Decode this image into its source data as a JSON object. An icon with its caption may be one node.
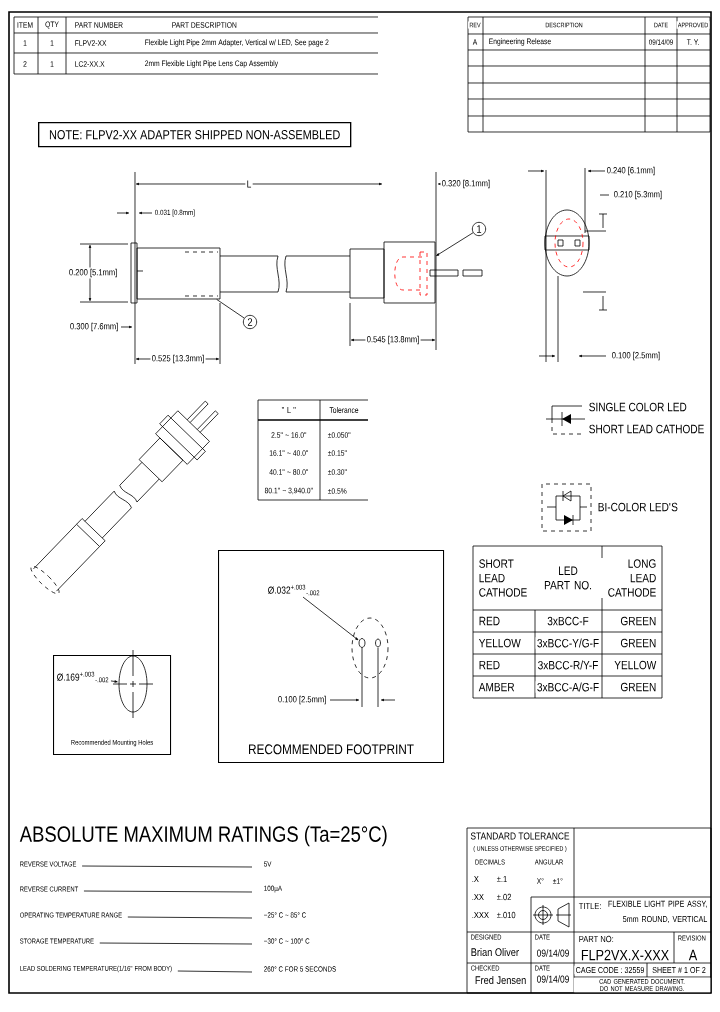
{
  "diagram": {
    "nodes": [
      {
        "text": [
          "NOTE: FLPV2-XX ADAPTER SHIPPED NON-ASSEMBLED"
        ]
      },
      {
        "text": [
          "1"
        ]
      },
      {
        "text": [],
        "shape": "box"
      },
      {
        "text": [
          "2"
        ]
      },
      {
        "text": [],
        "shape": "box"
      },
      {
        "text": [
          "Recommended Mounting Holes"
        ]
      },
      {
        "text": [
          "Ø.169$^{+.003}$$_{-.002}$"
        ],
        "in": 5
      },
      {
        "text": [],
        "shape": "circle",
        "in": 5
      },
      {
        "text": [
          "RECOMMENDED FOOTPRINT"
        ]
      },
      {
        "text": [
          "Ø.032$^{+.003}$$_{-.002}$"
        ],
        "in": 8
      },
      {
        "text": [],
        "shape": "circle",
        "in": 8
      }
    ],
    "edges": [
      {
        "from": 1,
        "to": 4,
        "arrow": "to"
      },
      {
        "from": 3,
        "to": 2,
        "arrow": "none"
      },
      {
        "from": 6,
        "to": 7,
        "arrow": "to"
      },
      {
        "from": 9,
        "to": 10,
        "arrow": "to"
      }
    ],
    "labels": [
      "ITEM",
      "QTY",
      "PART NUMBER",
      "PART DESCRIPTION",
      "1",
      "1",
      "FLPV2-XX",
      "Flexible Light Pipe 2mm Adapter, Vertical w/ LED, See page 2",
      "2",
      "1",
      "LC2-XX.X",
      "2mm Flexible Light Pipe Lens Cap Assembly",
      "REV",
      "DESCRIPTION",
      "DATE",
      "APPROVED",
      "A",
      "Engineering Release",
      "09/14/09",
      "T. Y.",
      "L",
      "0.320 [8.1mm]",
      "0.031 [0.8mm]",
      "0.200 [5.1mm]",
      "0.300 [7.6mm]",
      "0.525 [13.3mm]",
      "0.545 [13.8mm]",
      "0.240 [6.1mm]",
      "0.210 [5.3mm]",
      "0.100 [2.5mm]",
      "\" L \"",
      "Tolerance",
      "2.5\" ~ 16.0\"",
      "±0.050\"",
      "16.1\" ~ 40.0\"",
      "±0.15\"",
      "40.1\" ~ 80.0\"",
      "±0.30\"",
      "80.1\" ~ 3,940.0\"",
      "±0.5%",
      "SINGLE COLOR LED",
      "SHORT LEAD CATHODE",
      "BI-COLOR LED'S",
      "SHORT LEAD CATHODE",
      "LED PART NO.",
      "LONG LEAD CATHODE",
      "RED",
      "3xBCC-F",
      "GREEN",
      "YELLOW",
      "3xBCC-Y/G-F",
      "GREEN",
      "RED",
      "3xBCC-R/Y-F",
      "YELLOW",
      "AMBER",
      "3xBCC-A/G-F",
      "GREEN",
      "0.100 [2.5mm]",
      "ABSOLUTE MAXIMUM RATINGS (Ta=25°C)",
      "REVERSE VOLTAGE",
      "5V",
      "REVERSE CURRENT",
      "100µA",
      "OPERATING TEMPERATURE RANGE",
      "−25° C ~ 85° C",
      "STORAGE TEMPERATURE",
      "−30° C ~ 100° C",
      "LEAD SOLDERING TEMPERATURE(1/16\" FROM BODY)",
      "260° C FOR 5 SECONDS",
      "STANDARD TOLERANCE",
      "( UNLESS OTHERWISE SPECIFIED )",
      "DECIMALS",
      "ANGULAR",
      ".X",
      "±.1",
      "X°",
      "±1°",
      ".XX",
      "±.02",
      ".XXX",
      "±.010",
      "TITLE:",
      "FLEXIBLE LIGHT PIPE ASSY, 5mm ROUND, VERTICAL",
      "DESIGNED",
      "DATE",
      "PART NO:",
      "REVISION",
      "Brian Oliver",
      "09/14/09",
      "FLP2VX.X-XXX",
      "A",
      "CHECKED",
      "DATE",
      "CAGE CODE : 32559",
      "SHEET # 1 OF 2",
      "Fred Jensen",
      "09/14/09",
      "CAD GENERATED DOCUMENT. DO NOT MEASURE DRAWING."
    ]
  }
}
